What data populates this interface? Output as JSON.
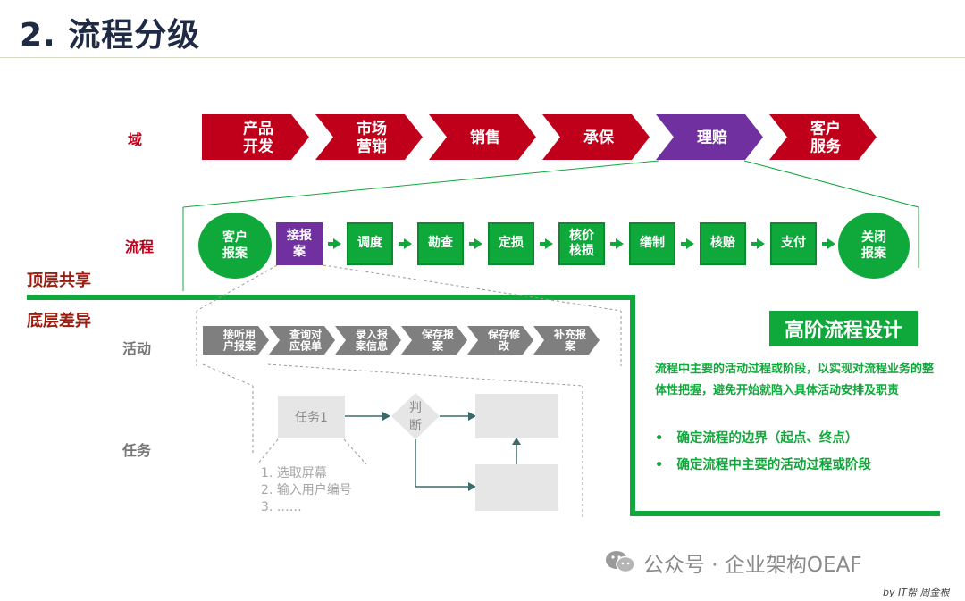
{
  "title": "2. 流程分级",
  "labels": {
    "domain": "域",
    "process": "流程",
    "top_layer": "顶层共享",
    "bottom_layer": "底层差异",
    "activity": "活动",
    "task": "任务"
  },
  "domains": [
    {
      "lines": [
        "产品",
        "开发"
      ],
      "color": "#c0001b"
    },
    {
      "lines": [
        "市场",
        "营销"
      ],
      "color": "#c0001b"
    },
    {
      "lines": [
        "销售"
      ],
      "color": "#c0001b"
    },
    {
      "lines": [
        "承保"
      ],
      "color": "#c0001b"
    },
    {
      "lines": [
        "理赔"
      ],
      "color": "#7030a0"
    },
    {
      "lines": [
        "客户",
        "服务"
      ],
      "color": "#c0001b"
    }
  ],
  "process": {
    "start": "客户\n报案",
    "steps": [
      "接报\n案",
      "调度",
      "勘查",
      "定损",
      "核价\n核损",
      "缮制",
      "核赔",
      "支付"
    ],
    "end": "关闭\n报案",
    "highlight_color": "#7030a0",
    "step_color": "#0fa83a"
  },
  "activities": [
    "接听用\n户报案",
    "查询对\n应保单",
    "录入报\n案信息",
    "保存报\n案",
    "保存修\n改",
    "补充报\n案"
  ],
  "task": {
    "box1": "任务1",
    "decision": "判\n断",
    "list": [
      "1.   选取屏幕",
      "2.   输入用户编号",
      "3.   ……"
    ]
  },
  "highlight": {
    "title": "高阶流程设计",
    "description": "流程中主要的活动过程或阶段，以实现对流程业务的整体性把握，避免开始就陷入具体活动安排及职责",
    "bullets": [
      "确定流程的边界（起点、终点）",
      "确定流程中主要的活动过程或阶段"
    ]
  },
  "footer": {
    "wechat": "公众号 · 企业架构OEAF",
    "signature": "by IT帮 周金根"
  }
}
